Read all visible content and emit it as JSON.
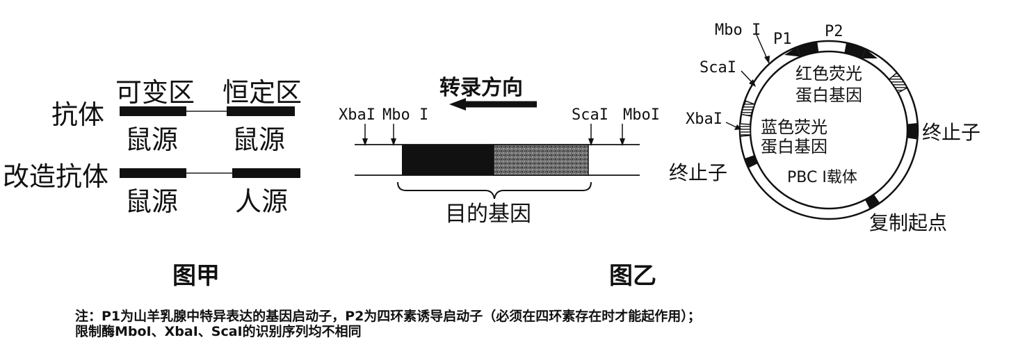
{
  "figure_a": {
    "caption": "图甲",
    "header_variable": "可变区",
    "header_constant": "恒定区",
    "row1_label": "抗体",
    "row1_variable_source": "鼠源",
    "row1_constant_source": "鼠源",
    "row2_label": "改造抗体",
    "row2_variable_source": "鼠源",
    "row2_constant_source": "人源"
  },
  "figure_b": {
    "caption": "图乙",
    "transcription_direction": "转录方向",
    "left_site_1": "XbaI",
    "left_site_2": "Mbo I",
    "right_site_1": "ScaI",
    "right_site_2": "MboI",
    "target_gene": "目的基因",
    "plasmid": {
      "label_mbo": "Mbo I",
      "label_p1": "P1",
      "label_p2": "P2",
      "label_sca": "ScaI",
      "label_xba": "XbaI",
      "red_gene_line1": "红色荧光",
      "red_gene_line2": "蛋白基因",
      "blue_gene_line1": "蓝色荧光",
      "blue_gene_line2": "蛋白基因",
      "vector_name": "PBC I载体",
      "terminator_right": "终止子",
      "terminator_left": "终止子",
      "origin": "复制起点"
    }
  },
  "note": {
    "line1": "注：P1为山羊乳腺中特异表达的基因启动子，P2为四环素诱导启动子（必须在四环素存在时才能起作用）；",
    "line2": "限制酶MboI、XbaI、ScaI的识别序列均不相同"
  }
}
